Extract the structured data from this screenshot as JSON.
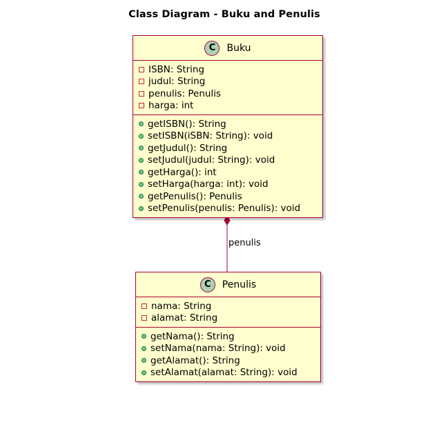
{
  "diagram": {
    "title": "Class Diagram - Buku and Penulis",
    "classes": {
      "buku": {
        "name": "Buku",
        "icon": "C",
        "attributes": [
          "ISBN: String",
          "judul: String",
          "penulis: Penulis",
          "harga: int"
        ],
        "methods": [
          "getISBN(): String",
          "setISBN(iSBN: String): void",
          "getJudul(): String",
          "setJudul(judul: String): void",
          "getHarga(): int",
          "setHarga(harga: int): void",
          "getPenulis(): Penulis",
          "setPenulis(penulis: Penulis): void"
        ]
      },
      "penulis": {
        "name": "Penulis",
        "icon": "C",
        "attributes": [
          "nama: String",
          "alamat: String"
        ],
        "methods": [
          "getNama(): String",
          "setNama(nama: String): void",
          "getAlamat(): String",
          "setAlamat(alamat: String): void"
        ]
      }
    },
    "relation": {
      "type": "composition",
      "label": "penulis"
    },
    "colors": {
      "class_fill": "#fefece",
      "class_border": "#a80036",
      "class_icon_fill": "#add1b2",
      "private_marker": "#c82930",
      "public_marker": "#84be84",
      "edge": "#a80036"
    }
  }
}
